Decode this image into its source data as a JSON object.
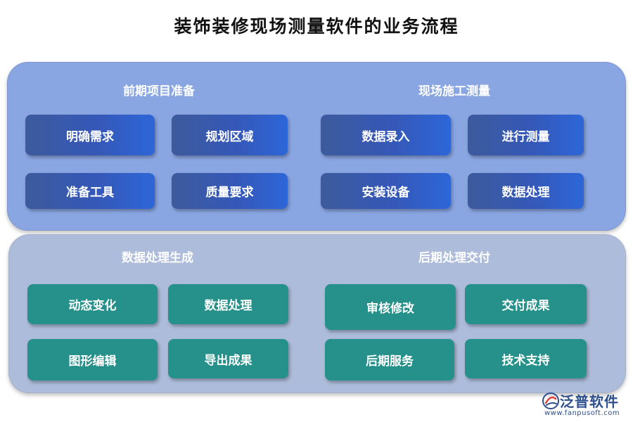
{
  "title": "装饰装修现场测量软件的业务流程",
  "sections": [
    {
      "title": "前期项目准备",
      "items": [
        "明确需求",
        "规划区域",
        "准备工具",
        "质量要求"
      ]
    },
    {
      "title": "现场施工测量",
      "items": [
        "数据录入",
        "进行测量",
        "安装设备",
        "数据处理"
      ]
    },
    {
      "title": "数据处理生成",
      "items": [
        "动态变化",
        "数据处理",
        "图形编辑",
        "导出成果"
      ]
    },
    {
      "title": "后期处理交付",
      "items": [
        "审核修改",
        "交付成果",
        "后期服务",
        "技术支持"
      ]
    }
  ],
  "colors": {
    "top_panel": "#8aa6e2",
    "bottom_panel": "#adbcda",
    "blue_box": "#3558b8",
    "teal_box": "#25918a"
  },
  "logo": {
    "name": "泛普软件",
    "url": "www.fanpusoft.com",
    "icon": "fanpu-logo-icon"
  }
}
